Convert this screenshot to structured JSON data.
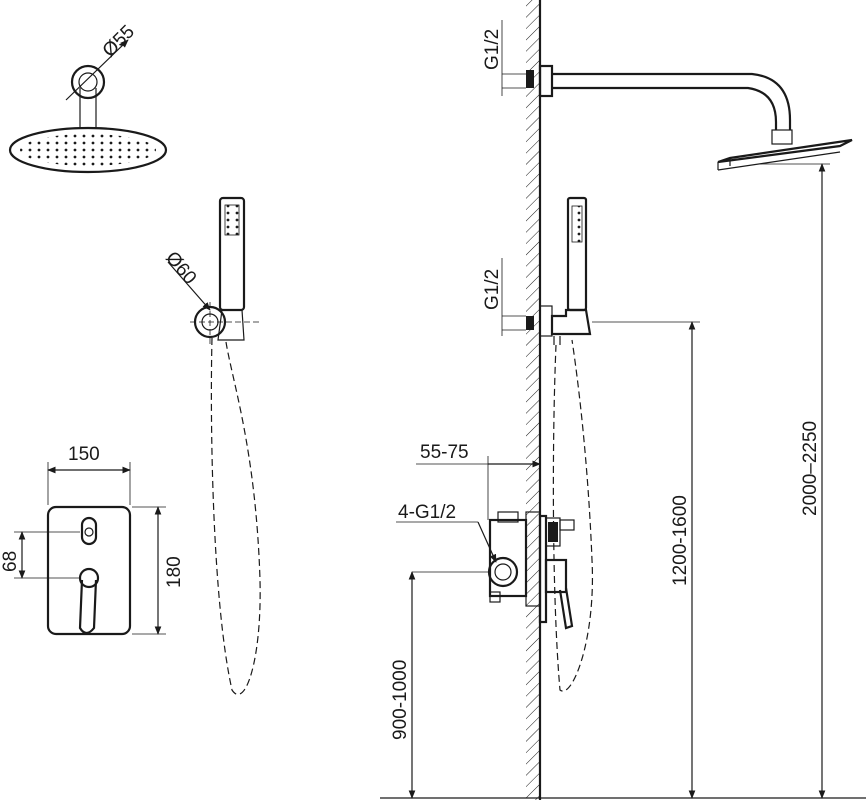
{
  "labels": {
    "head_diameter": "Ø55",
    "holder_diameter": "Ø60",
    "plate_width": "150",
    "plate_height": "180",
    "handle_spacing": "68",
    "thread_top": "G1/2",
    "thread_mid": "G1/2",
    "depth": "55-75",
    "inlets": "4-G1/2",
    "valve_height": "900-1000",
    "holder_height": "1200-1600",
    "head_height": "2000–2250"
  }
}
